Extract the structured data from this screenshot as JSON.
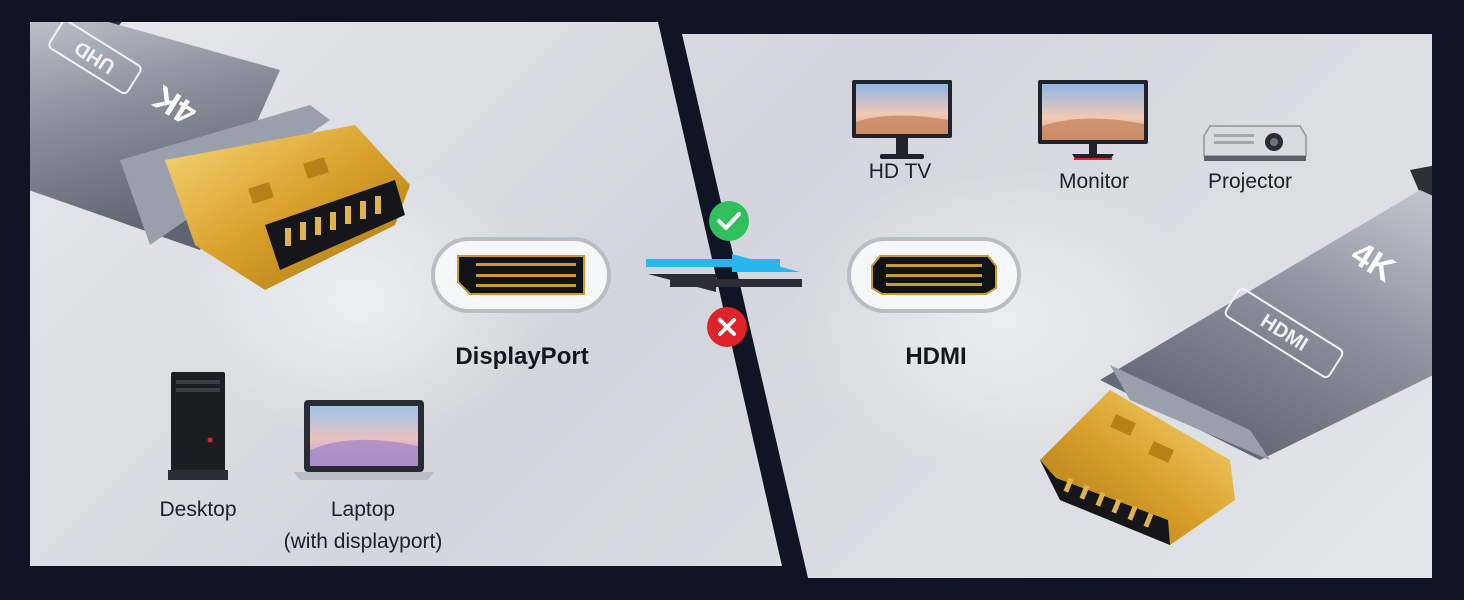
{
  "left": {
    "plug_badges": {
      "uhd": "UHD",
      "res": "4K"
    },
    "port_label": "DisplayPort",
    "devices": [
      {
        "name": "desktop",
        "label": "Desktop"
      },
      {
        "name": "laptop",
        "label": "Laptop",
        "sublabel": "(with displayport)"
      }
    ]
  },
  "right": {
    "plug_badges": {
      "res": "4K",
      "hdmi": "HDMI"
    },
    "port_label": "HDMI",
    "devices": [
      {
        "name": "hd-tv",
        "label": "HD TV"
      },
      {
        "name": "monitor",
        "label": "Monitor"
      },
      {
        "name": "projector",
        "label": "Projector"
      }
    ]
  },
  "direction": {
    "forward": "supported",
    "reverse": "not-supported",
    "forward_color": "#27b7ec",
    "reverse_color": "#2a2d33",
    "check_color": "#2fbf5d",
    "cross_color": "#e0222a"
  }
}
